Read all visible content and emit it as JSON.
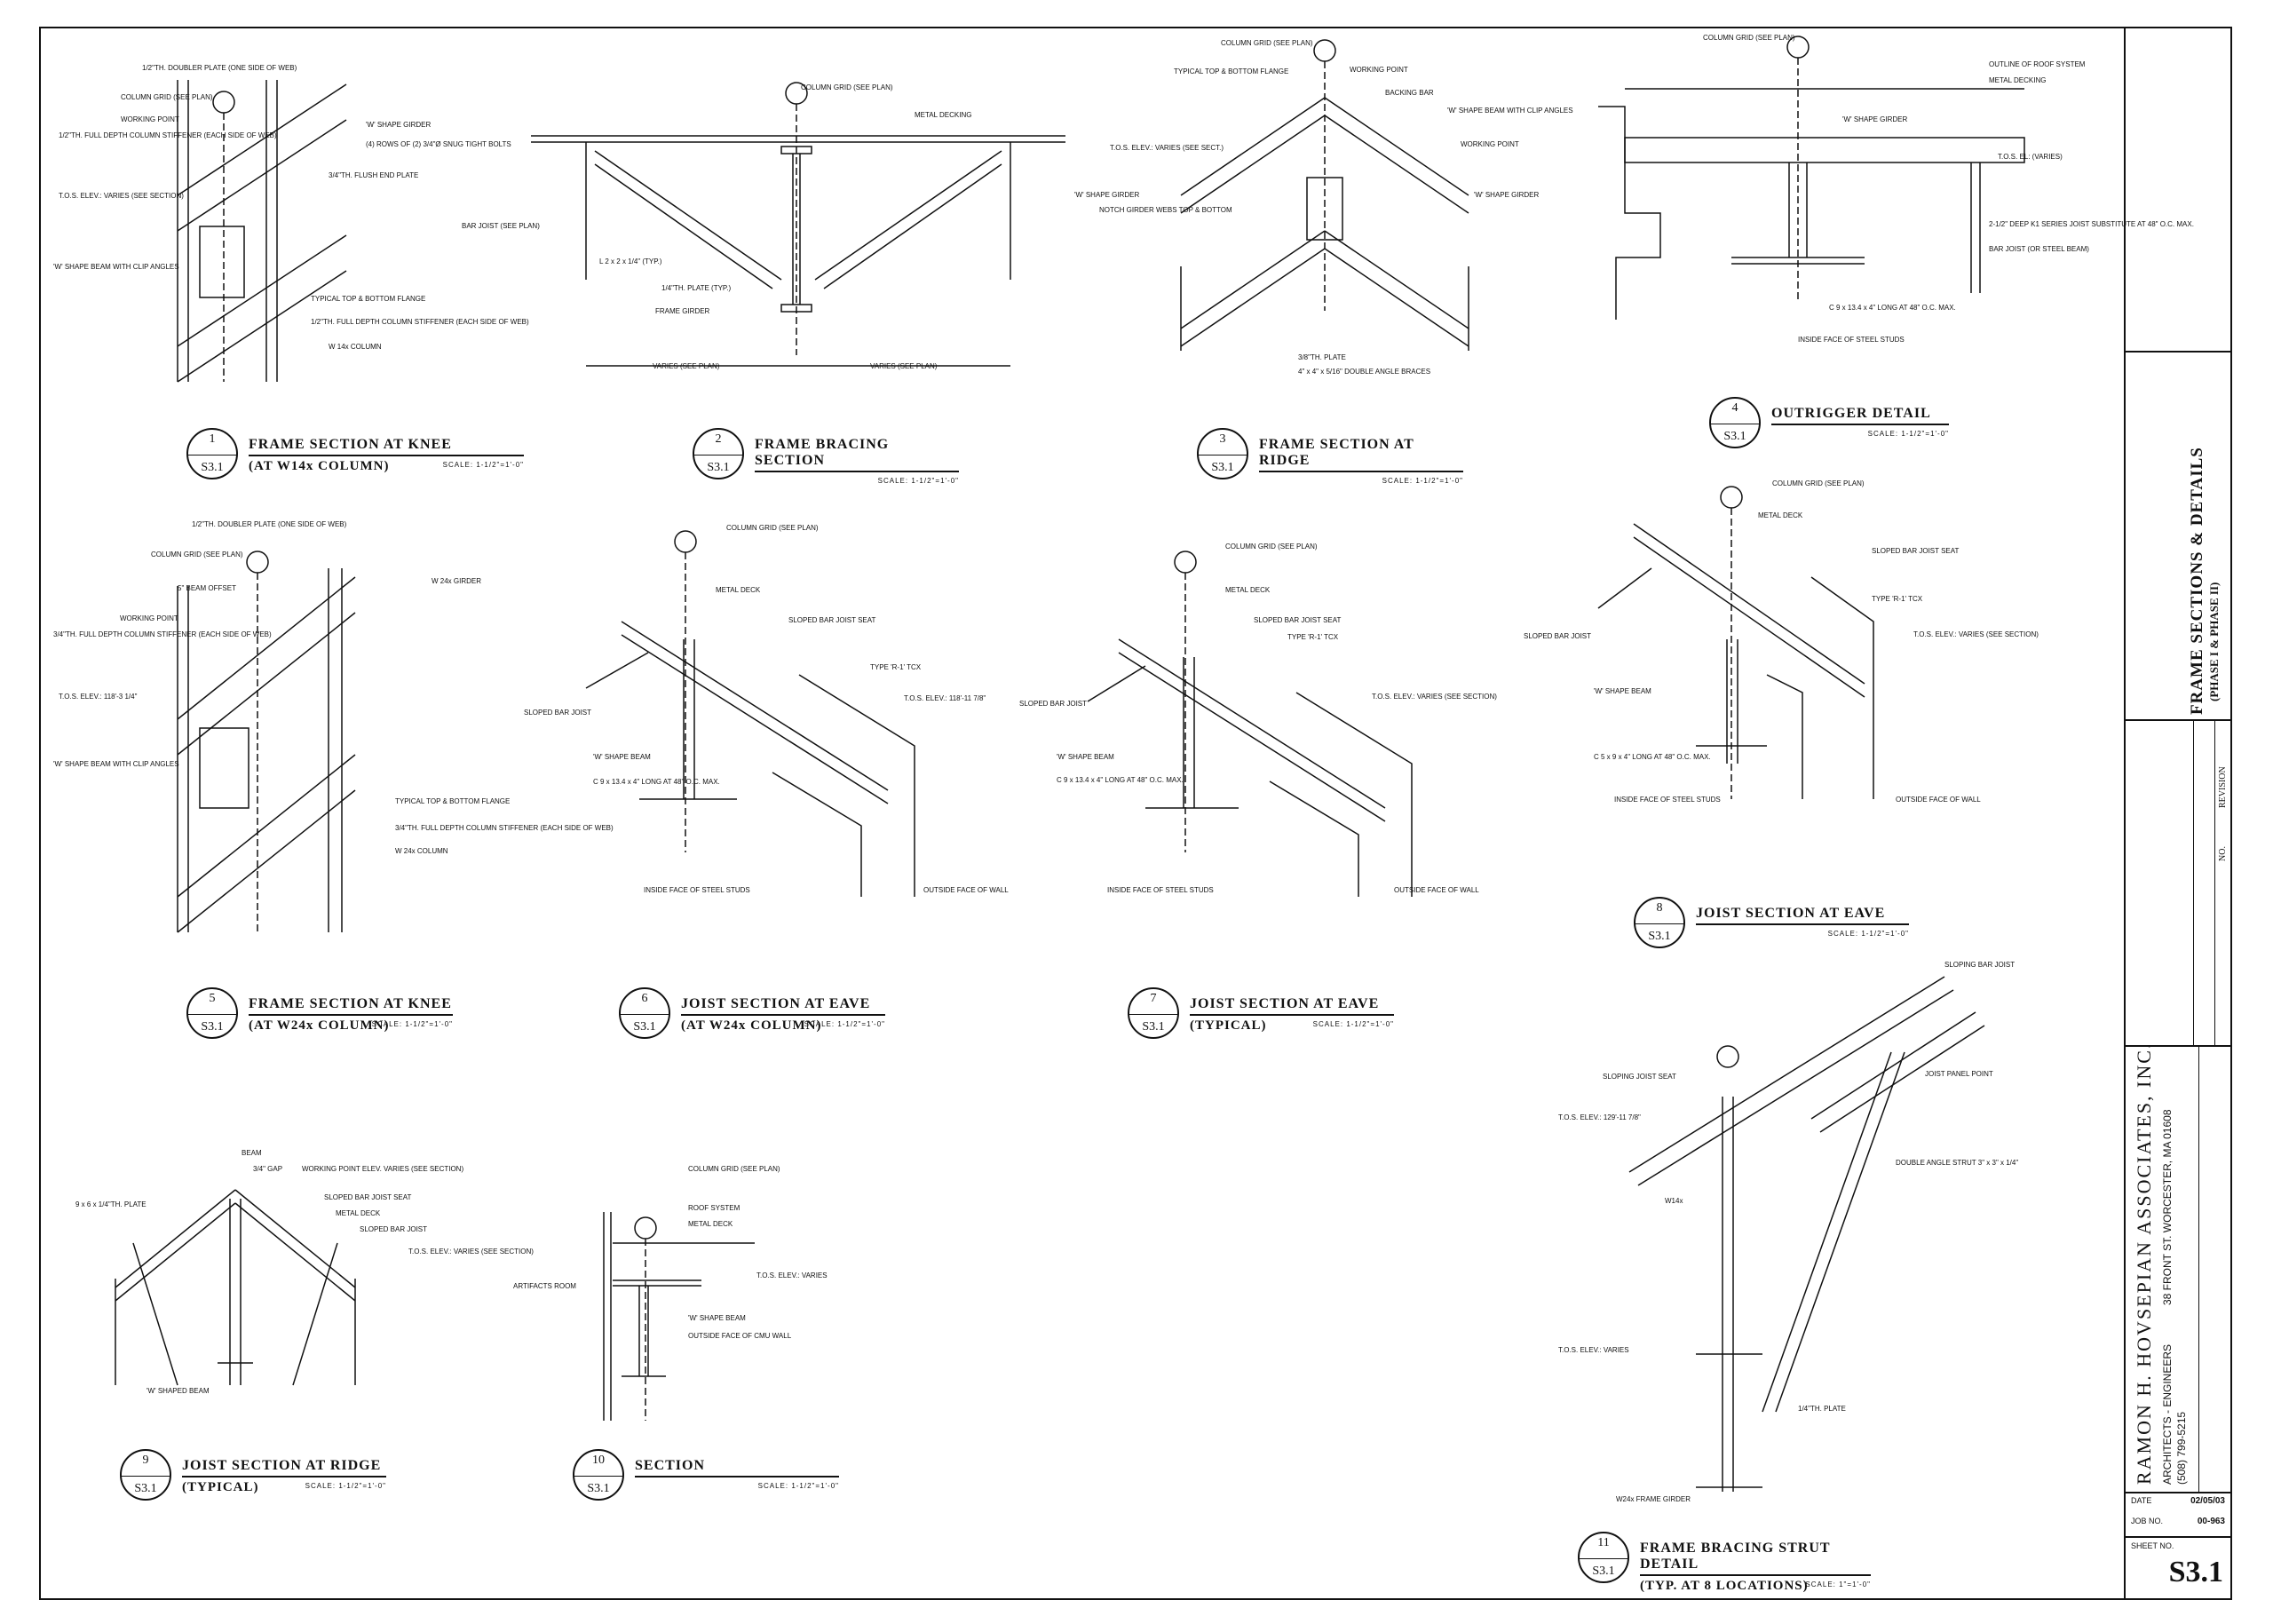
{
  "sheet": {
    "firm": "RAMON H. HOVSEPIAN ASSOCIATES, INC.",
    "disciplines": "ARCHITECTS - ENGINEERS",
    "address": "38 FRONT ST. WORCESTER, MA 01608",
    "phone": "(508) 799-5215",
    "sheet_title": "FRAME SECTIONS & DETAILS",
    "sheet_subtitle": "(PHASE I & PHASE II)",
    "revision_label": "REVISION",
    "no_label": "NO.",
    "date_label": "DATE",
    "date_value": "02/05/03",
    "job_label": "JOB NO.",
    "job_value": "00-963",
    "sheet_no_label": "SHEET NO.",
    "sheet_no_value": "S3.1"
  },
  "details": [
    {
      "num": "1",
      "sheet": "S3.1",
      "title": "FRAME SECTION AT KNEE",
      "subtitle": "(AT W14x COLUMN)",
      "scale": "SCALE: 1-1/2\"=1'-0\""
    },
    {
      "num": "2",
      "sheet": "S3.1",
      "title": "FRAME BRACING SECTION",
      "subtitle": "",
      "scale": "SCALE: 1-1/2\"=1'-0\""
    },
    {
      "num": "3",
      "sheet": "S3.1",
      "title": "FRAME SECTION AT RIDGE",
      "subtitle": "",
      "scale": "SCALE: 1-1/2\"=1'-0\""
    },
    {
      "num": "4",
      "sheet": "S3.1",
      "title": "OUTRIGGER DETAIL",
      "subtitle": "",
      "scale": "SCALE: 1-1/2\"=1'-0\""
    },
    {
      "num": "5",
      "sheet": "S3.1",
      "title": "FRAME SECTION AT KNEE",
      "subtitle": "(AT W24x COLUMN)",
      "scale": "SCALE: 1-1/2\"=1'-0\""
    },
    {
      "num": "6",
      "sheet": "S3.1",
      "title": "JOIST SECTION AT EAVE",
      "subtitle": "(AT W24x COLUMN)",
      "scale": "SCALE: 1-1/2\"=1'-0\""
    },
    {
      "num": "7",
      "sheet": "S3.1",
      "title": "JOIST SECTION AT EAVE",
      "subtitle": "(TYPICAL)",
      "scale": "SCALE: 1-1/2\"=1'-0\""
    },
    {
      "num": "8",
      "sheet": "S3.1",
      "title": "JOIST SECTION AT EAVE",
      "subtitle": "",
      "scale": "SCALE: 1-1/2\"=1'-0\""
    },
    {
      "num": "9",
      "sheet": "S3.1",
      "title": "JOIST SECTION AT RIDGE",
      "subtitle": "(TYPICAL)",
      "scale": "SCALE: 1-1/2\"=1'-0\""
    },
    {
      "num": "10",
      "sheet": "S3.1",
      "title": "SECTION",
      "subtitle": "",
      "scale": "SCALE: 1-1/2\"=1'-0\""
    },
    {
      "num": "11",
      "sheet": "S3.1",
      "title": "FRAME BRACING STRUT DETAIL",
      "subtitle": "(TYP. AT 8 LOCATIONS)",
      "scale": "SCALE: 1\"=1'-0\""
    }
  ],
  "notes": {
    "d1": [
      "1/2\"TH. DOUBLER PLATE (ONE SIDE OF WEB)",
      "COLUMN GRID (SEE PLAN)",
      "WORKING POINT",
      "1/2\"TH. FULL DEPTH COLUMN STIFFENER (EACH SIDE OF WEB)",
      "T.O.S. ELEV.: VARIES (SEE SECTION)",
      "'W' SHAPE BEAM WITH CLIP ANGLES",
      "'W' SHAPE GIRDER",
      "(4) ROWS OF (2) 3/4\"Ø SNUG TIGHT BOLTS",
      "3/4\"TH. FLUSH END PLATE",
      "TYPICAL TOP & BOTTOM FLANGE",
      "1/2\"TH. FULL DEPTH COLUMN STIFFENER (EACH SIDE OF WEB)",
      "W 14x COLUMN"
    ],
    "d2": [
      "COLUMN GRID (SEE PLAN)",
      "METAL DECKING",
      "BAR JOIST (SEE PLAN)",
      "L 2 x 2 x 1/4\" (TYP.)",
      "1/4\"TH. PLATE (TYP.)",
      "FRAME GIRDER",
      "VARIES (SEE PLAN)",
      "VARIES (SEE PLAN)"
    ],
    "d3": [
      "COLUMN GRID (SEE PLAN)",
      "TYPICAL TOP & BOTTOM FLANGE",
      "WORKING POINT",
      "BACKING BAR",
      "'W' SHAPE BEAM WITH CLIP ANGLES",
      "WORKING POINT",
      "T.O.S. ELEV.: VARIES (SEE SECT.)",
      "'W' SHAPE GIRDER",
      "'W' SHAPE GIRDER",
      "NOTCH GIRDER WEBS TOP & BOTTOM",
      "3/8\"TH. PLATE",
      "4\" x 4\" x 5/16\" DOUBLE ANGLE BRACES"
    ],
    "d4": [
      "COLUMN GRID (SEE PLAN)",
      "OUTLINE OF ROOF SYSTEM",
      "METAL DECKING",
      "'W' SHAPE GIRDER",
      "T.O.S. EL: (VARIES)",
      "2-1/2\" DEEP K1 SERIES JOIST SUBSTITUTE AT 48\" O.C. MAX.",
      "BAR JOIST (OR STEEL BEAM)",
      "C 9 x 13.4 x 4\" LONG AT 48\" O.C. MAX.",
      "INSIDE FACE OF STEEL STUDS"
    ],
    "d5": [
      "1/2\"TH. DOUBLER PLATE (ONE SIDE OF WEB)",
      "COLUMN GRID (SEE PLAN)",
      "5\" BEAM OFFSET",
      "WORKING POINT",
      "3/4\"TH. FULL DEPTH COLUMN STIFFENER (EACH SIDE OF WEB)",
      "T.O.S. ELEV.: 118'-3 1/4\"",
      "'W' SHAPE BEAM WITH CLIP ANGLES",
      "W 24x GIRDER",
      "TYPICAL TOP & BOTTOM FLANGE",
      "3/4\"TH. FULL DEPTH COLUMN STIFFENER (EACH SIDE OF WEB)",
      "W 24x COLUMN"
    ],
    "d6": [
      "COLUMN GRID (SEE PLAN)",
      "METAL DECK",
      "SLOPED BAR JOIST SEAT",
      "TYPE 'R-1' TCX",
      "T.O.S. ELEV.: 118'-11 7/8\"",
      "SLOPED BAR JOIST",
      "'W' SHAPE BEAM",
      "C 9 x 13.4 x 4\" LONG AT 48\" O.C. MAX.",
      "INSIDE FACE OF STEEL STUDS",
      "OUTSIDE FACE OF WALL"
    ],
    "d7": [
      "COLUMN GRID (SEE PLAN)",
      "METAL DECK",
      "SLOPED BAR JOIST SEAT",
      "TYPE 'R-1' TCX",
      "T.O.S. ELEV.: VARIES (SEE SECTION)",
      "SLOPED BAR JOIST",
      "'W' SHAPE BEAM",
      "C 9 x 13.4 x 4\" LONG AT 48\" O.C. MAX.",
      "INSIDE FACE OF STEEL STUDS",
      "OUTSIDE FACE OF WALL"
    ],
    "d8": [
      "COLUMN GRID (SEE PLAN)",
      "METAL DECK",
      "SLOPED BAR JOIST SEAT",
      "TYPE 'R-1' TCX",
      "T.O.S. ELEV.: VARIES (SEE SECTION)",
      "SLOPED BAR JOIST",
      "'W' SHAPE BEAM",
      "C 5 x 9 x 4\" LONG AT 48\" O.C. MAX.",
      "INSIDE FACE OF STEEL STUDS",
      "OUTSIDE FACE OF WALL"
    ],
    "d9": [
      "BEAM",
      "3/4\" GAP",
      "WORKING POINT ELEV. VARIES (SEE SECTION)",
      "SLOPED BAR JOIST SEAT",
      "METAL DECK",
      "SLOPED BAR JOIST",
      "9 x 6 x 1/4\"TH. PLATE",
      "T.O.S. ELEV.: VARIES (SEE SECTION)",
      "'W' SHAPED BEAM"
    ],
    "d10": [
      "COLUMN GRID (SEE PLAN)",
      "ROOF SYSTEM",
      "METAL DECK",
      "ARTIFACTS ROOM",
      "T.O.S. ELEV.: VARIES",
      "'W' SHAPE BEAM",
      "OUTSIDE FACE OF CMU WALL"
    ],
    "d11": [
      "SLOPING BAR JOIST",
      "JOIST PANEL POINT",
      "SLOPING JOIST SEAT",
      "T.O.S. ELEV.: 129'-11 7/8\"",
      "DOUBLE ANGLE STRUT 3\" x 3\" x 1/4\"",
      "W14x",
      "T.O.S. ELEV.: VARIES",
      "1/4\"TH. PLATE",
      "W24x FRAME GIRDER"
    ]
  }
}
